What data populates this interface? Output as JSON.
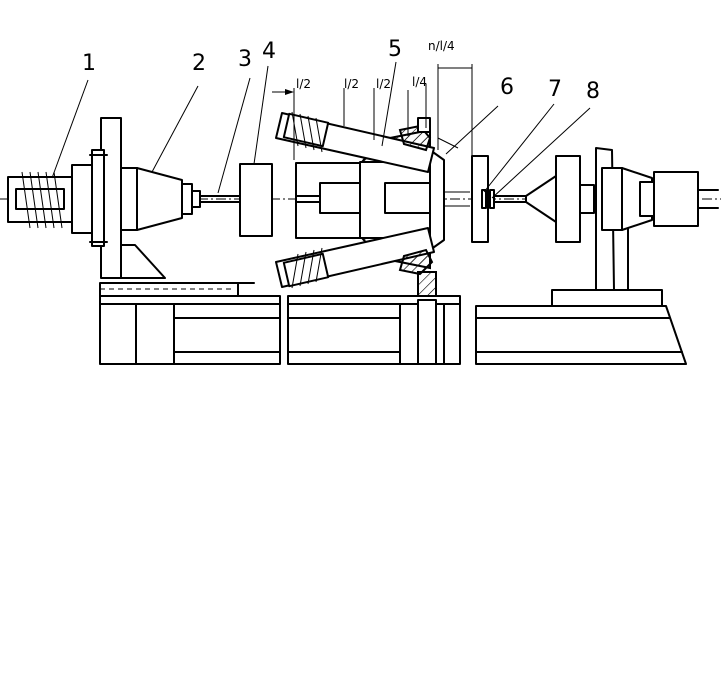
{
  "labels": {
    "l1": "1",
    "l2": "2",
    "l3": "3",
    "l4": "4",
    "l5": "5",
    "l6": "6",
    "l7": "7",
    "l8": "8"
  },
  "dims": {
    "d1": "l/2",
    "d2": "l/2",
    "d3": "l/2",
    "d4": "l/4",
    "d5": "n/l/4"
  }
}
